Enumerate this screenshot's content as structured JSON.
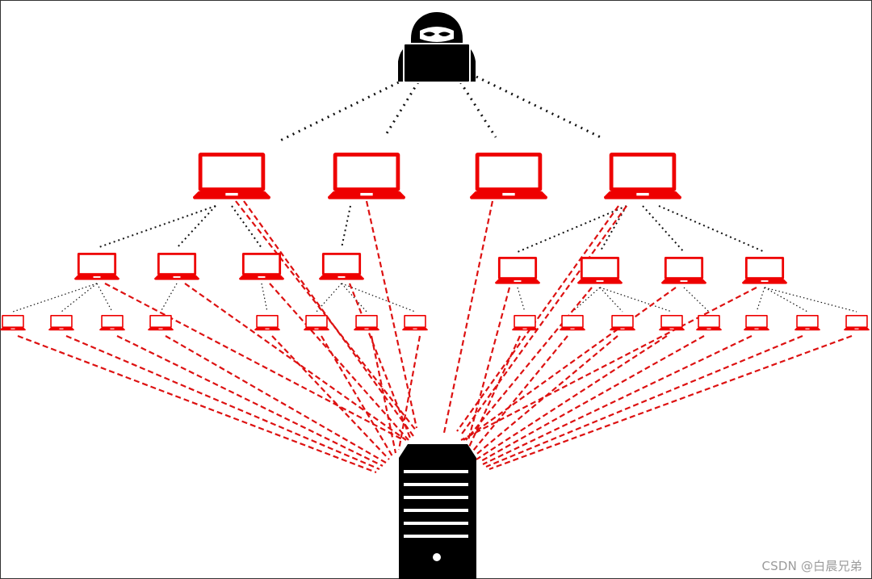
{
  "diagram": {
    "kind": "botnet-ddos",
    "colors": {
      "background": "#ffffff",
      "attacker": "#000000",
      "bot": "#ee0000",
      "command_link": "#111111",
      "attack_link": "#dd1111",
      "server": "#000000",
      "frame": "#333333"
    },
    "nodes": {
      "attacker": {
        "icon": "hacker-icon"
      },
      "server": {
        "icon": "server-icon"
      },
      "tier1_count": 4,
      "tier2_count": 8,
      "tier3_count": 16,
      "bot_icon": "laptop-icon"
    }
  },
  "watermark": {
    "text": "CSDN @白晨兄弟"
  }
}
